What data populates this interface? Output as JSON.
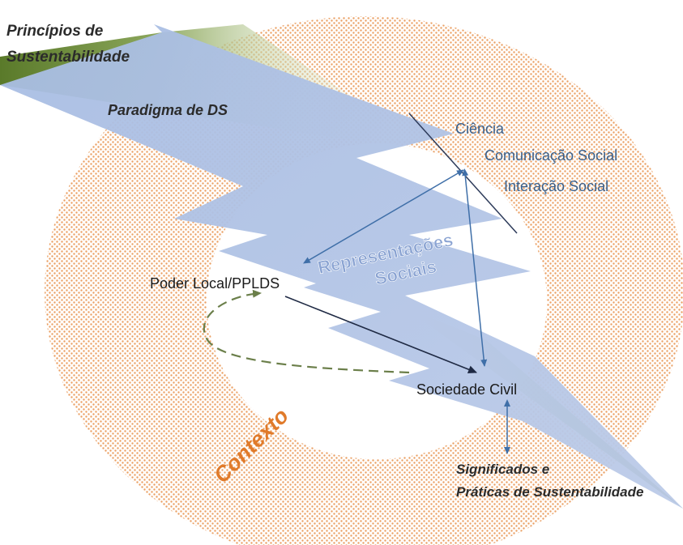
{
  "labels": {
    "principios_line1": "Princípios de",
    "principios_line2": "Sustentabilidade",
    "paradigma": "Paradigma de DS",
    "ciencia": "Ciência",
    "comunicacao": "Comunicação Social",
    "interacao": "Interação Social",
    "representacoes_line1": "Representações",
    "representacoes_line2": "Sociais",
    "poder_local": "Poder Local/PPLDS",
    "sociedade_civil": "Sociedade Civil",
    "contexto": "Contexto",
    "significados_line1": "Significados e",
    "significados_line2": "Práticas de Sustentabilidade"
  },
  "colors": {
    "dots": "#e8914a",
    "wedge_green_dark": "#5e7a2e",
    "wedge_green_mid": "#a9bb78",
    "bolt_blue": "#b7c8e6",
    "arrow_blue": "#3f6fa8",
    "arrow_dark": "#1f2a44",
    "dashed_green": "#6b7f4a",
    "contexto_text": "#e07a2a",
    "representacoes_text": "#8aa3d2"
  }
}
